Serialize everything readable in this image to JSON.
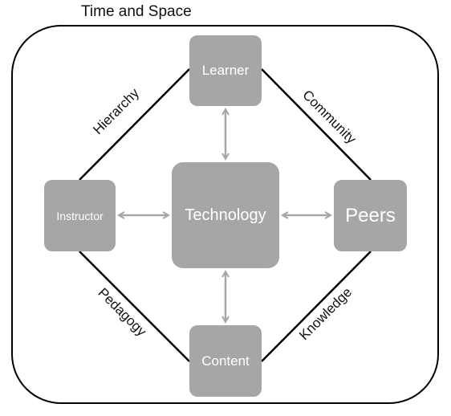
{
  "frame": {
    "title": "Time and Space"
  },
  "nodes": {
    "learner": "Learner",
    "instructor": "Instructor",
    "technology": "Technology",
    "peers": "Peers",
    "content": "Content"
  },
  "edge_labels": {
    "learner_instructor": "Hierarchy",
    "learner_peers": "Community",
    "instructor_content": "Pedagogy",
    "content_peers": "Knowledge"
  },
  "colors": {
    "node_fill": "#a6a6a6",
    "node_text": "#ffffff",
    "arrow": "#a6a6a6",
    "connector": "#000000"
  }
}
